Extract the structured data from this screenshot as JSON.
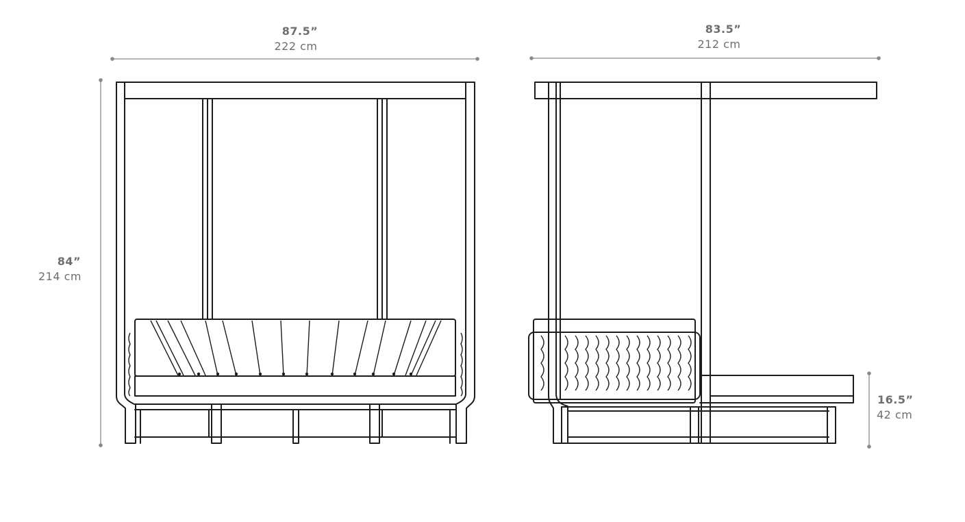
{
  "dimensions": {
    "front_width": {
      "inches": "87.5”",
      "cm": "222 cm"
    },
    "side_depth": {
      "inches": "83.5”",
      "cm": "212 cm"
    },
    "height": {
      "inches": "84”",
      "cm": "214 cm"
    },
    "seat_height": {
      "inches": "16.5”",
      "cm": "42 cm"
    }
  },
  "colors": {
    "ink": "#1c1c1c",
    "dimension": "#8a8a8a",
    "label": "#6e6e6e"
  }
}
